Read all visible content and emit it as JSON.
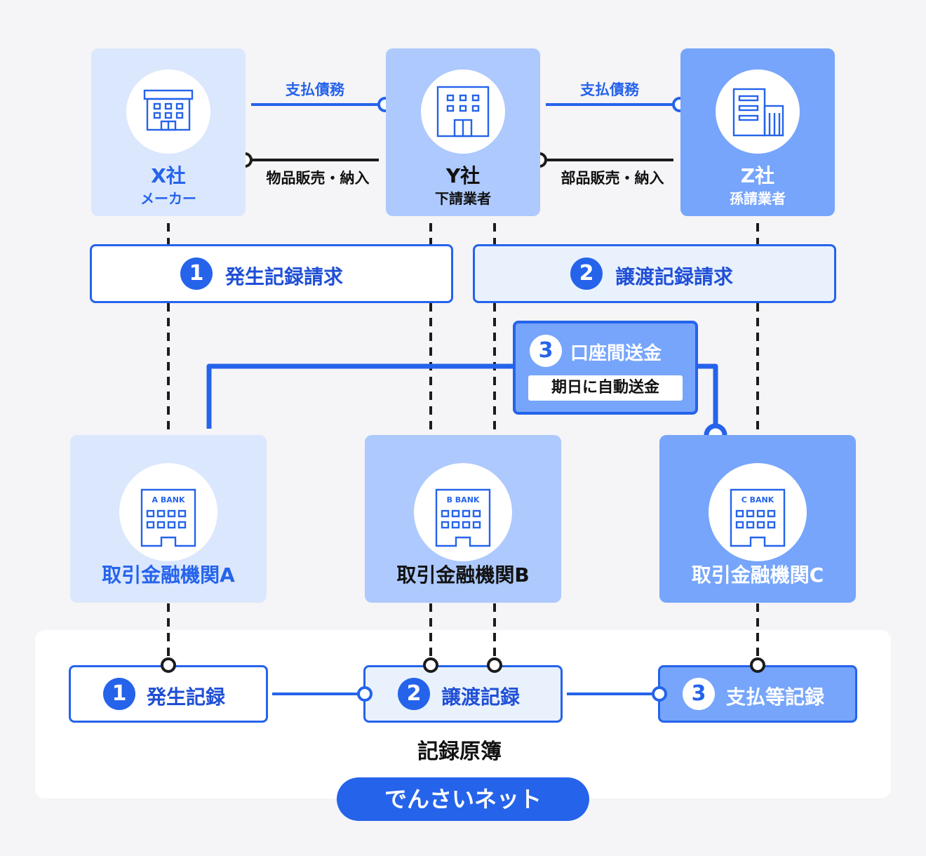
{
  "companies": {
    "x": {
      "name": "X社",
      "role": "メーカー"
    },
    "y": {
      "name": "Y社",
      "role": "下請業者"
    },
    "z": {
      "name": "Z社",
      "role": "孫請業者"
    }
  },
  "edges": {
    "x_y_top": "支払債務",
    "y_x_bottom": "物品販売・納入",
    "y_z_top": "支払債務",
    "z_y_bottom": "部品販売・納入"
  },
  "requests": [
    {
      "number": "1",
      "label": "発生記録請求"
    },
    {
      "number": "2",
      "label": "譲渡記録請求"
    }
  ],
  "transfer": {
    "number": "3",
    "label": "口座間送金",
    "sub_label": "期日に自動送金"
  },
  "banks": [
    {
      "sign": "A BANK",
      "name": "取引金融機関A"
    },
    {
      "sign": "B BANK",
      "name": "取引金融機関B"
    },
    {
      "sign": "C BANK",
      "name": "取引金融機関C"
    }
  ],
  "records": [
    {
      "number": "1",
      "label": "発生記録"
    },
    {
      "number": "2",
      "label": "譲渡記録"
    },
    {
      "number": "3",
      "label": "支払等記録"
    }
  ],
  "ledger_label": "記録原簿",
  "network_label": "でんさいネット",
  "colors": {
    "primary": "#2563eb",
    "light": "#dbe7fd",
    "mid": "#adc9fd",
    "strong": "#76a5fb",
    "request_light": "#e9f1fd",
    "background": "#f5f4f6"
  }
}
